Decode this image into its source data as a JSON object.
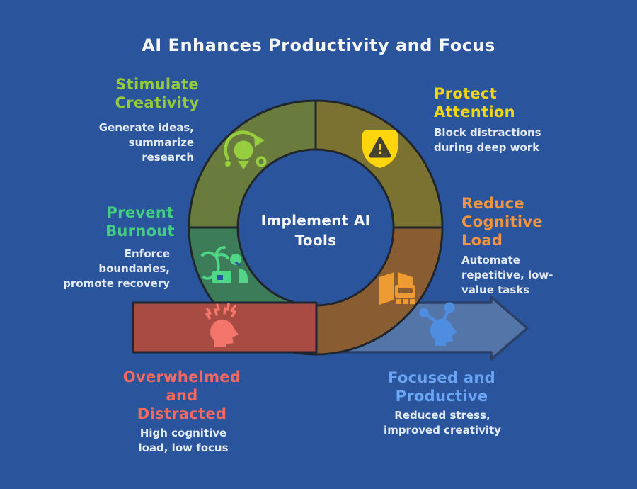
{
  "title": "AI Enhances Productivity and Focus",
  "center_label": "Implement AI\nTools",
  "labels": [
    {
      "id": "stimulate-creativity",
      "heading": "Stimulate\nCreativity",
      "body": "Generate ideas,\nsummarize\nresearch",
      "color": "#93cb3b",
      "icon": "idea-cycle-icon"
    },
    {
      "id": "protect-attention",
      "heading": "Protect\nAttention",
      "body": "Block distractions\nduring deep work",
      "color": "#f1d515",
      "icon": "shield-alert-icon"
    },
    {
      "id": "prevent-burnout",
      "heading": "Prevent\nBurnout",
      "body": "Enforce\nboundaries,\npromote recovery",
      "color": "#42cf7d",
      "icon": "vacation-balance-icon"
    },
    {
      "id": "reduce-cognitive-load",
      "heading": "Reduce\nCognitive\nLoad",
      "body": "Automate\nrepetitive, low-\nvalue tasks",
      "color": "#ef9440",
      "icon": "book-robot-icon"
    },
    {
      "id": "overwhelmed-distracted",
      "heading": "Overwhelmed\nand\nDistracted",
      "body": "High cognitive\nload, low focus",
      "color": "#f46a60",
      "icon": "stressed-head-icon"
    },
    {
      "id": "focused-productive",
      "heading": "Focused and\nProductive",
      "body": "Reduced stress,\nimproved creativity",
      "color": "#6ba4f2",
      "icon": "ai-head-icon"
    }
  ],
  "colors": {
    "background": "#2a549c",
    "segment_top_left": "#697c3e",
    "segment_top_right": "#7b7130",
    "segment_bottom_left": "#3c7c58",
    "segment_bottom_right": "#8a5c31",
    "start_bar_red": "#a84b42",
    "arrow_blue": "#5475a7",
    "ring_outline": "#20262e",
    "arrow_outline": "#2b4068",
    "icon_idea": "#96ce3f",
    "icon_shield": "#ffd60e",
    "icon_vacation": "#4fd687",
    "icon_book": "#ef9b33",
    "icon_stressed": "#f3756c",
    "icon_ai_head": "#4f8de0",
    "title_text": "#f4f6f9",
    "body_text": "#e2eaf7"
  }
}
